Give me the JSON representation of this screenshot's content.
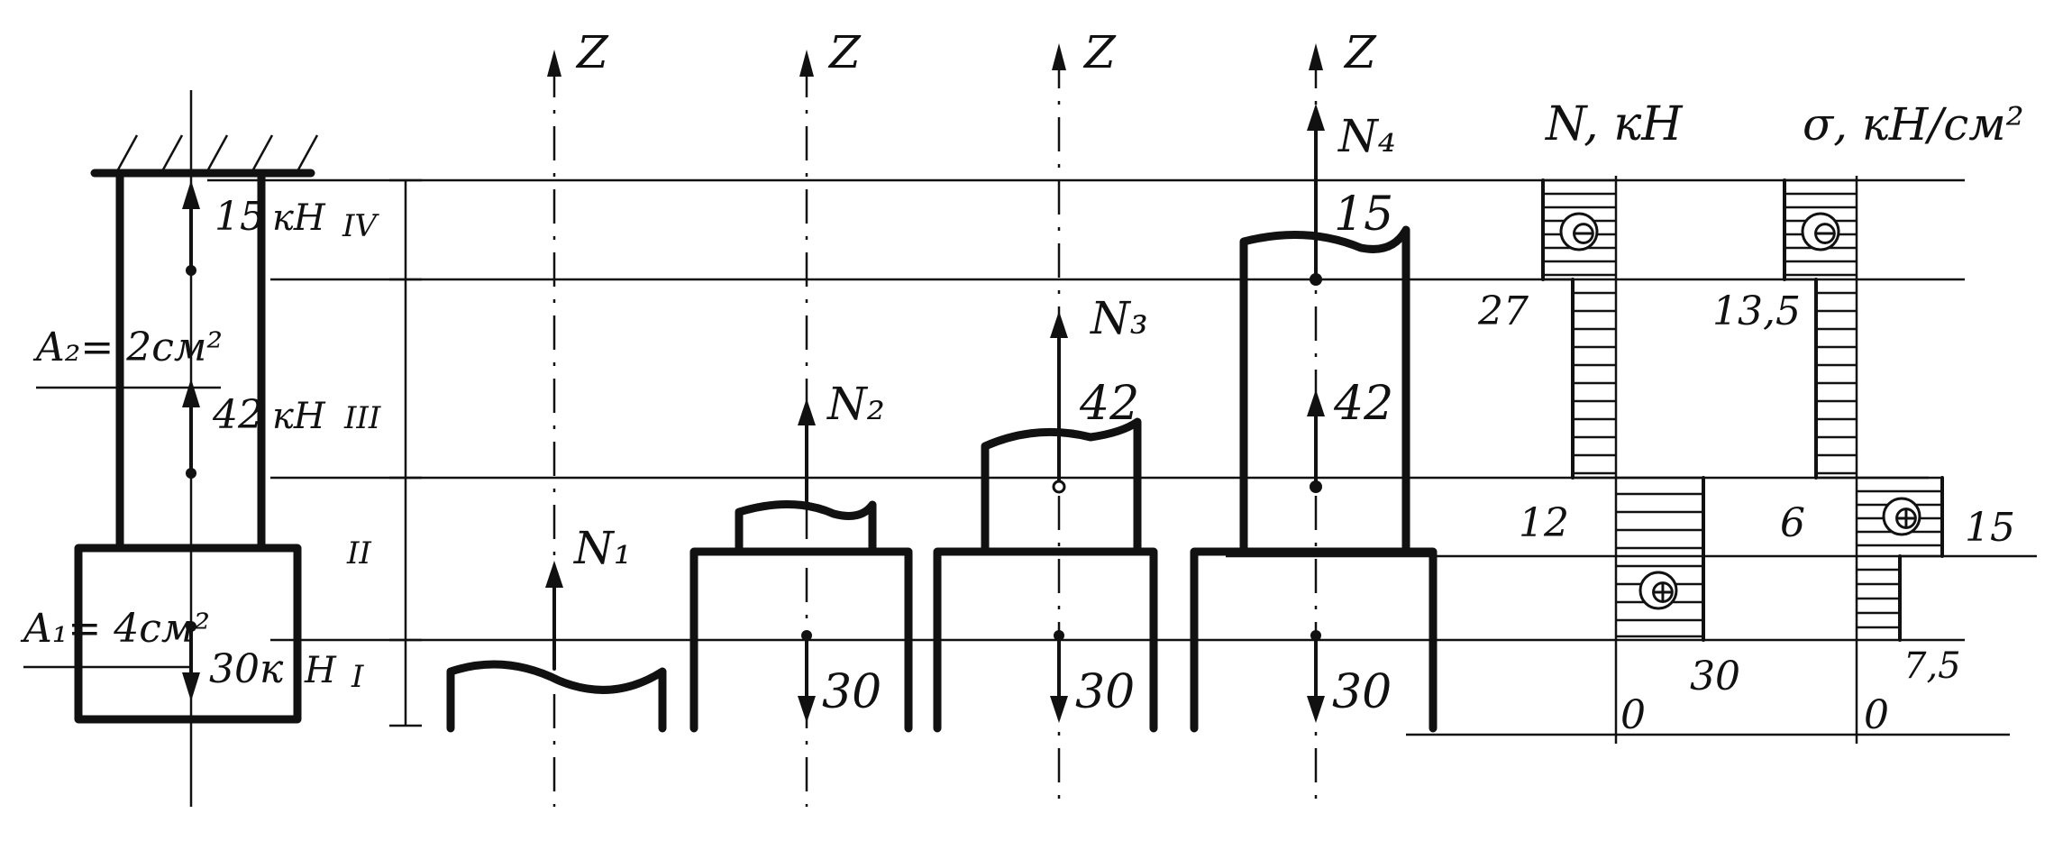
{
  "bar": {
    "force_top": "15",
    "force_mid": "42",
    "force_bottom": "30к",
    "unit": "кН",
    "unit_bottom": "Н",
    "area_upper": "A₂= 2см²",
    "area_lower": "A₁= 4см²",
    "sections": [
      "IV",
      "III",
      "II",
      "I"
    ]
  },
  "free_bodies": {
    "axis": "Z",
    "internal_forces": [
      "N₁",
      "N₂",
      "N₃",
      "N₄"
    ],
    "applied": {
      "f30": "30",
      "f42": "42",
      "f15": "15"
    }
  },
  "diagram_N": {
    "title": "N, кН",
    "labels": {
      "v27": "27",
      "v12": "12",
      "v30": "30",
      "zero": "0"
    },
    "signs": {
      "neg": "⊖",
      "pos": "⊕"
    }
  },
  "diagram_sigma": {
    "title": "σ, кН/см²",
    "labels": {
      "v135": "13,5",
      "v6": "6",
      "v15": "15",
      "v75": "7,5",
      "zero": "0"
    },
    "signs": {
      "neg": "⊖",
      "pos": "⊕"
    }
  }
}
